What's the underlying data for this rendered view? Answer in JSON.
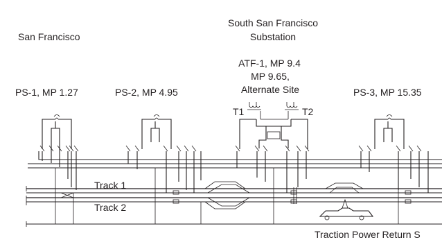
{
  "labels": {
    "san_francisco": "San Francisco",
    "substation_line1": "South San Francisco",
    "substation_line2": "Substation",
    "atf_line1": "ATF-1, MP 9.4",
    "atf_line2": "MP 9.65,",
    "atf_line3": "Alternate Site",
    "ps1": "PS-1, MP 1.27",
    "ps2": "PS-2, MP 4.95",
    "ps3": "PS-3, MP 15.35",
    "t1": "T1",
    "t2": "T2",
    "track1": "Track 1",
    "track2": "Track 2",
    "return_label": "Traction Power Return S"
  }
}
